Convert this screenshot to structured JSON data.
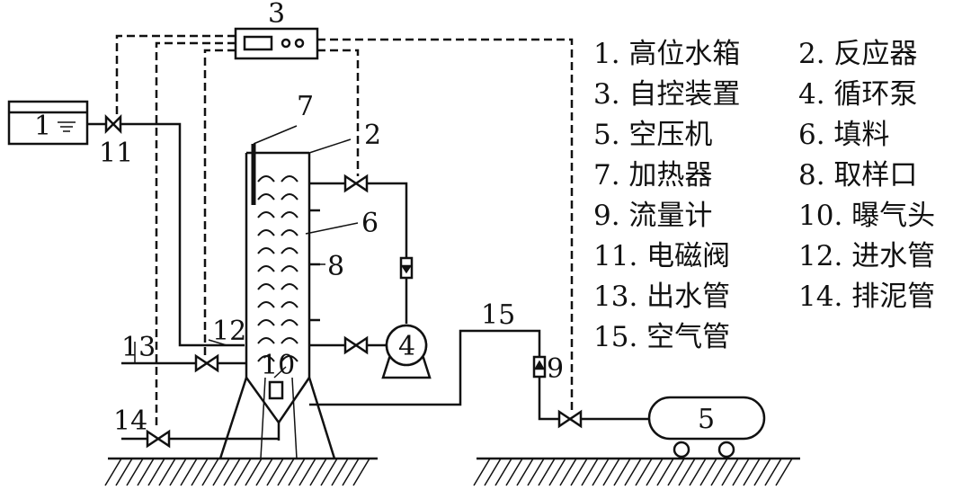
{
  "labels": {
    "l1": "1",
    "l2": "2",
    "l3": "3",
    "l4": "4",
    "l5": "5",
    "l6": "6",
    "l7": "7",
    "l8": "8",
    "l9": "9",
    "l10": "10",
    "l11": "11",
    "l12": "12",
    "l13": "13",
    "l14": "14",
    "l15": "15"
  },
  "legend": [
    [
      "1. 高位水箱",
      "2. 反应器"
    ],
    [
      "3. 自控装置",
      "4. 循环泵"
    ],
    [
      "5. 空压机",
      "6. 填料"
    ],
    [
      "7. 加热器",
      "8. 取样口"
    ],
    [
      "9. 流量计",
      "10. 曝气头"
    ],
    [
      "11. 电磁阀",
      "12. 进水管"
    ],
    [
      "13. 出水管",
      "14. 排泥管"
    ],
    [
      "15. 空气管",
      ""
    ]
  ]
}
